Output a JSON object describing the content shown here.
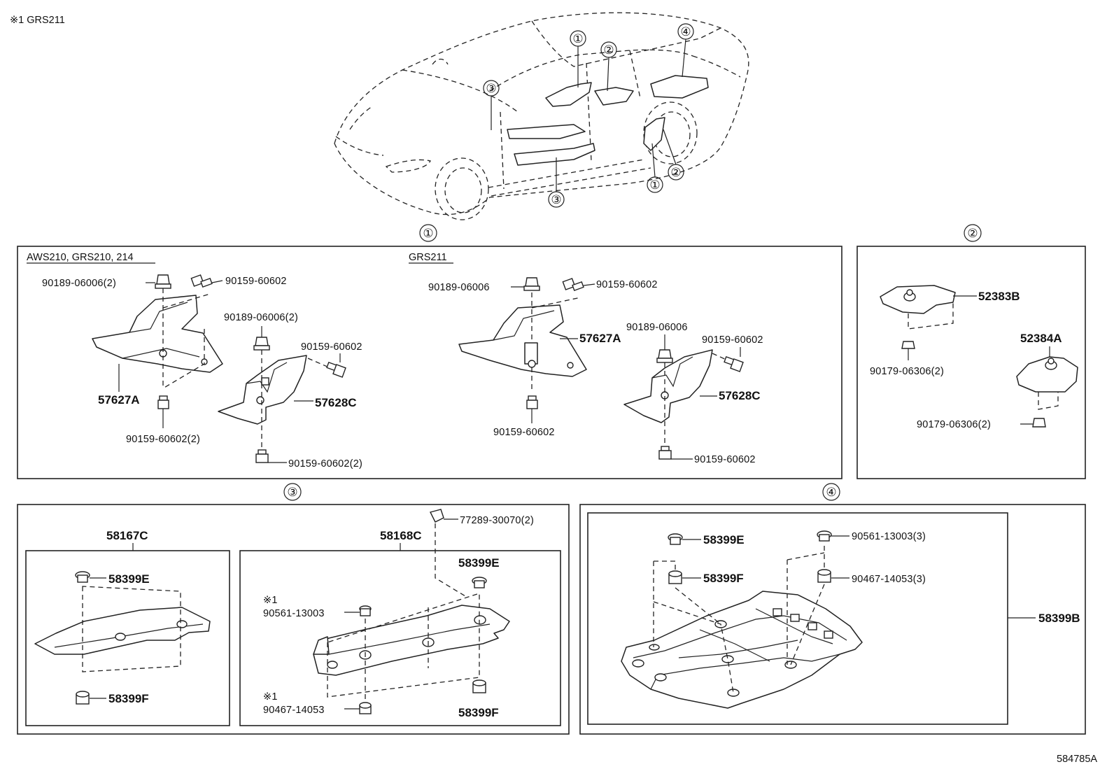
{
  "corner_note": "※1  GRS211",
  "doc_code": "584785A",
  "circled": {
    "n1": "①",
    "n2": "②",
    "n3": "③",
    "n4": "④"
  },
  "section1": {
    "left_variant": "AWS210, GRS210, 214",
    "right_variant": "GRS211",
    "left": {
      "nut_top": "90189-06006(2)",
      "screw_top": "90159-60602",
      "nut_mid": "90189-06006(2)",
      "screw_mid": "90159-60602",
      "part_a": "57627A",
      "part_c": "57628C",
      "screw_bottom_a": "90159-60602(2)",
      "screw_bottom_c": "90159-60602(2)"
    },
    "right": {
      "nut_top": "90189-06006",
      "screw_top": "90159-60602",
      "nut_mid": "90189-06006",
      "screw_mid": "90159-60602",
      "part_a": "57627A",
      "part_c": "57628C",
      "screw_bottom_a": "90159-60602",
      "screw_bottom_c": "90159-60602"
    }
  },
  "section2": {
    "part_b": "52383B",
    "part_a": "52384A",
    "nut_b": "90179-06306(2)",
    "nut_a": "90179-06306(2)"
  },
  "section3": {
    "left_part": "58167C",
    "left_top_clip": "58399E",
    "left_bottom_clip": "58399F",
    "right_part": "58168C",
    "clip_top": "77289-30070(2)",
    "right_top_clip": "58399E",
    "right_bottom_clip": "58399F",
    "note_a_mark": "※1",
    "note_a_part": "90561-13003",
    "note_b_mark": "※1",
    "note_b_part": "90467-14053"
  },
  "section4": {
    "clip_e": "58399E",
    "clip_f": "58399F",
    "part_a": "90561-13003(3)",
    "part_b": "90467-14053(3)",
    "assembly": "58399B"
  }
}
